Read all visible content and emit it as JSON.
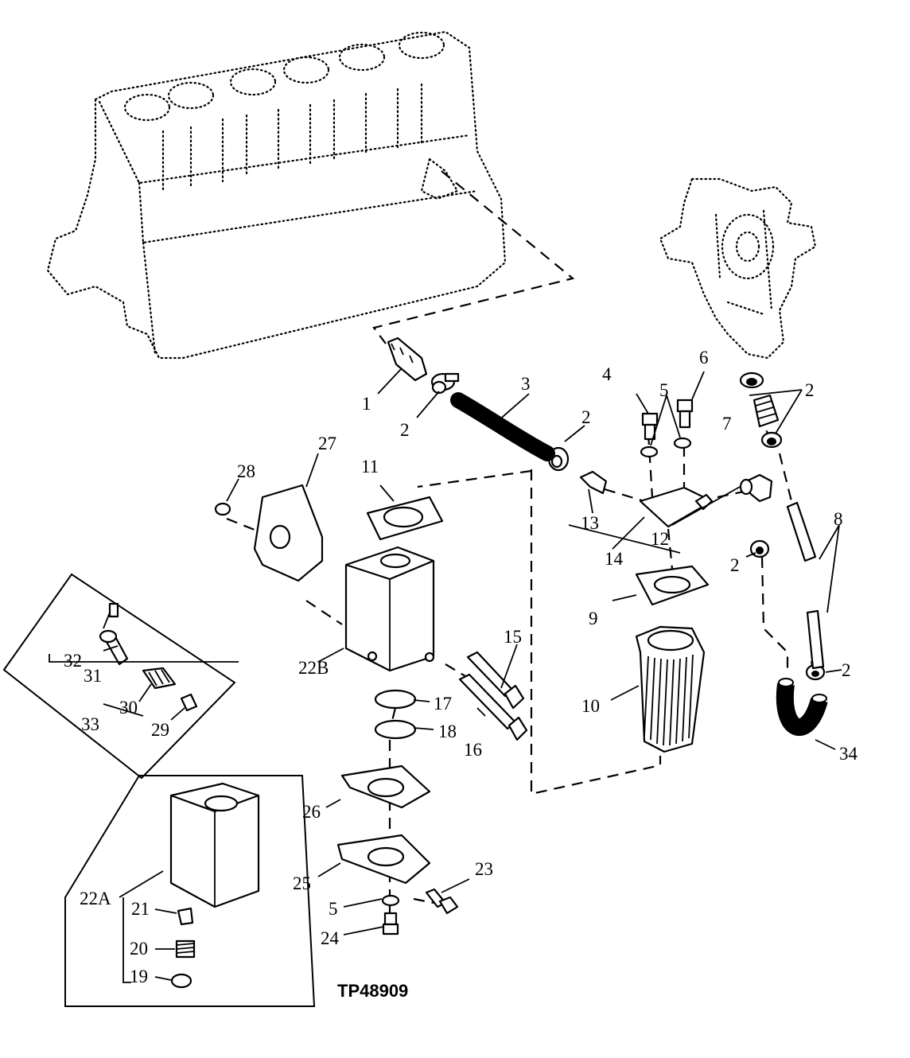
{
  "figure_code": "TP48909",
  "callouts": {
    "c1": "1",
    "c2a": "2",
    "c2b": "2",
    "c2c": "2",
    "c2d": "2",
    "c2e": "2",
    "c3": "3",
    "c4": "4",
    "c5a": "5",
    "c5b": "5",
    "c6": "6",
    "c7": "7",
    "c8": "8",
    "c9": "9",
    "c10": "10",
    "c11": "11",
    "c12": "12",
    "c13": "13",
    "c14": "14",
    "c15": "15",
    "c16": "16",
    "c17": "17",
    "c18": "18",
    "c19": "19",
    "c20": "20",
    "c21": "21",
    "c22a": "22A",
    "c22b": "22B",
    "c23": "23",
    "c24": "24",
    "c25": "25",
    "c26": "26",
    "c27": "27",
    "c28": "28",
    "c29": "29",
    "c30": "30",
    "c31": "31",
    "c32": "32",
    "c33": "33",
    "c34": "34"
  }
}
